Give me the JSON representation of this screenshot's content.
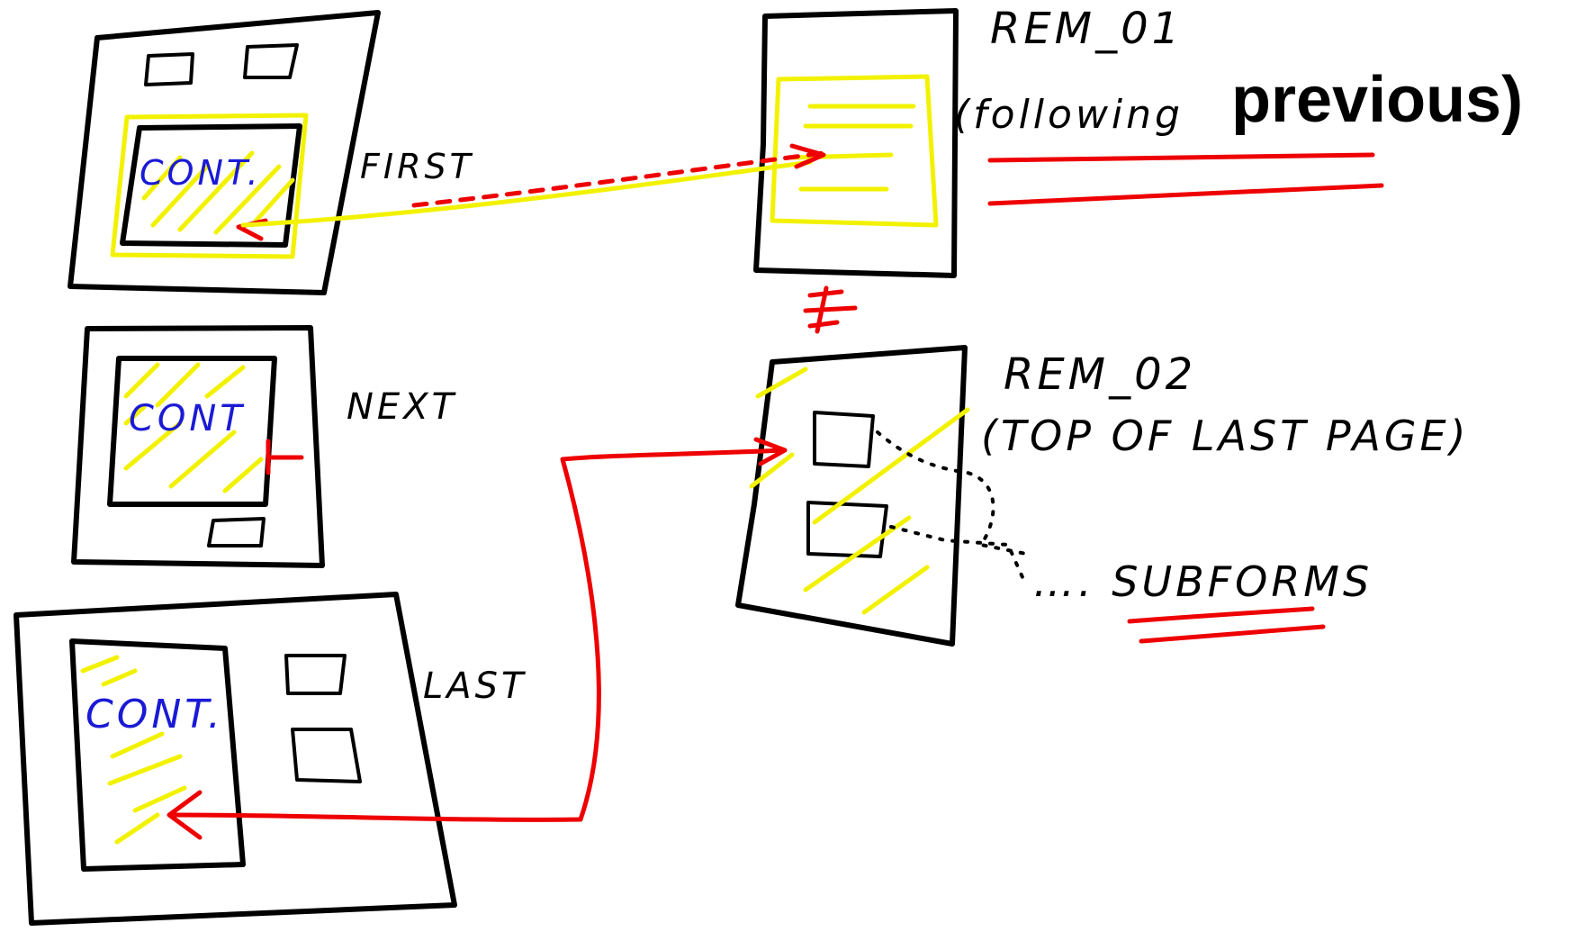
{
  "pages": {
    "first": {
      "label": "FIRST",
      "content_label": "CONT."
    },
    "next": {
      "label": "NEXT",
      "content_label": "CONT"
    },
    "last": {
      "label": "LAST",
      "content_label": "CONT."
    }
  },
  "rem_01": {
    "title": "REM_01",
    "note_handwritten": "(following",
    "note_typed": "previous)"
  },
  "rem_02": {
    "title": "REM_02",
    "note": "(TOP OF LAST PAGE)"
  },
  "subforms_label": "…. SUBFORMS",
  "colors": {
    "ink": "#000000",
    "highlight": "#f2f200",
    "arrow": "#ee0000",
    "content_text": "#1a1ad6"
  }
}
